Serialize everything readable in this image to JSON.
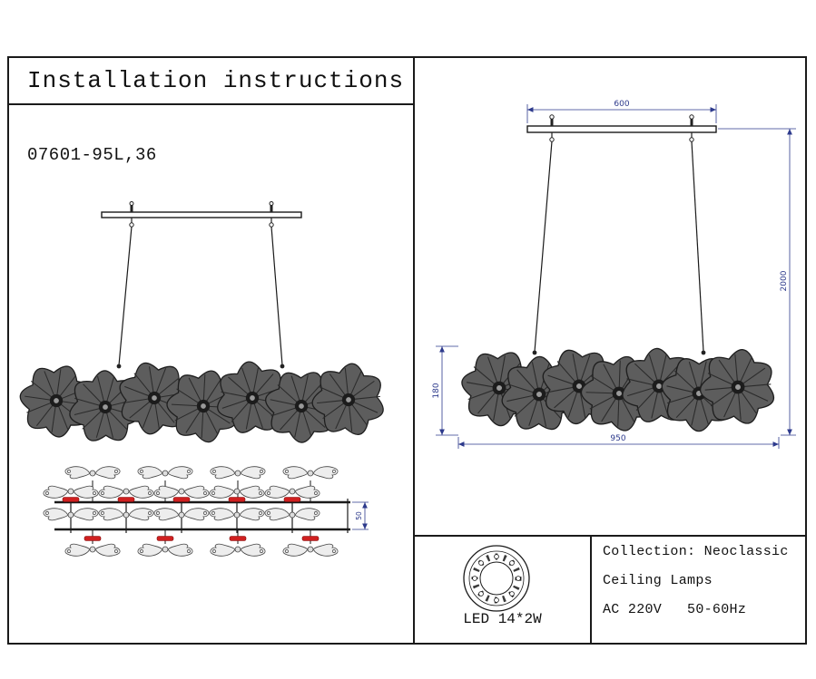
{
  "title": "Installation instructions",
  "model": "07601-95L,36",
  "dimensions": {
    "ceiling_plate_width": "600",
    "suspension_height": "2000",
    "fixture_height": "180",
    "fixture_width": "950",
    "top_view_depth": "50"
  },
  "led_label": "LED 14*2W",
  "info": {
    "collection": "Collection: Neoclassic",
    "category": "Ceiling Lamps",
    "power": "AC 220V   50-60Hz"
  },
  "colors": {
    "line": "#1a1a1a",
    "dimension_blue": "#2d3a8c",
    "flower_gray": "#5d5d5d",
    "accent_red": "#cf2020"
  }
}
